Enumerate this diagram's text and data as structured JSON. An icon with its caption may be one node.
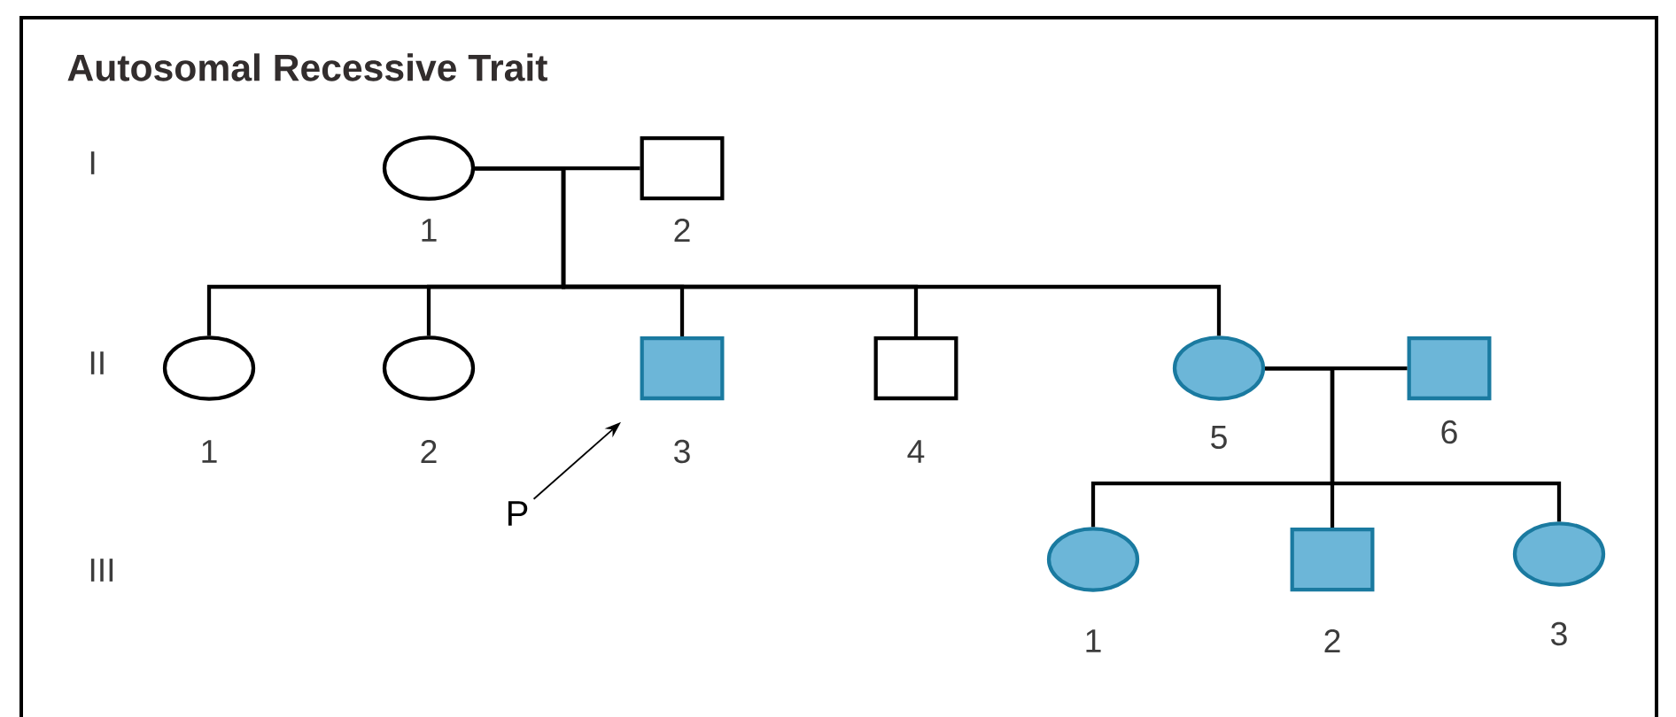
{
  "diagram": {
    "title": "Autosomal Recessive Trait",
    "nodes": [
      {
        "text": [],
        "shape": "circle",
        "beside": [
          "1"
        ]
      },
      {
        "text": [],
        "shape": "box",
        "beside": [
          "2"
        ]
      },
      {
        "text": [],
        "shape": "circle",
        "beside": [
          "1"
        ]
      },
      {
        "text": [],
        "shape": "circle",
        "beside": [
          "2"
        ]
      },
      {
        "text": [],
        "shape": "box",
        "beside": [
          "3"
        ]
      },
      {
        "text": [],
        "shape": "box",
        "beside": [
          "4"
        ]
      },
      {
        "text": [],
        "shape": "circle",
        "beside": [
          "5"
        ]
      },
      {
        "text": [],
        "shape": "box",
        "beside": [
          "6"
        ]
      },
      {
        "text": [
          "P"
        ]
      },
      {
        "text": [],
        "shape": "circle",
        "beside": [
          "1"
        ]
      },
      {
        "text": [],
        "shape": "box",
        "beside": [
          "2"
        ]
      },
      {
        "text": [],
        "shape": "circle",
        "beside": [
          "3"
        ]
      }
    ],
    "edges": [
      {
        "from": 0,
        "to": 1,
        "arrow": "none"
      },
      {
        "from": 0,
        "to": 2,
        "arrow": "none"
      },
      {
        "from": 0,
        "to": 3,
        "arrow": "none"
      },
      {
        "from": 0,
        "to": 4,
        "arrow": "none"
      },
      {
        "from": 0,
        "to": 5,
        "arrow": "none"
      },
      {
        "from": 0,
        "to": 6,
        "arrow": "none"
      },
      {
        "from": 6,
        "to": 7,
        "arrow": "none"
      },
      {
        "from": 6,
        "to": 9,
        "arrow": "none"
      },
      {
        "from": 6,
        "to": 10,
        "arrow": "none"
      },
      {
        "from": 6,
        "to": 11,
        "arrow": "none"
      },
      {
        "from": 8,
        "to": 4,
        "arrow": "to"
      }
    ],
    "labels": [
      "I",
      "II",
      "III"
    ]
  }
}
